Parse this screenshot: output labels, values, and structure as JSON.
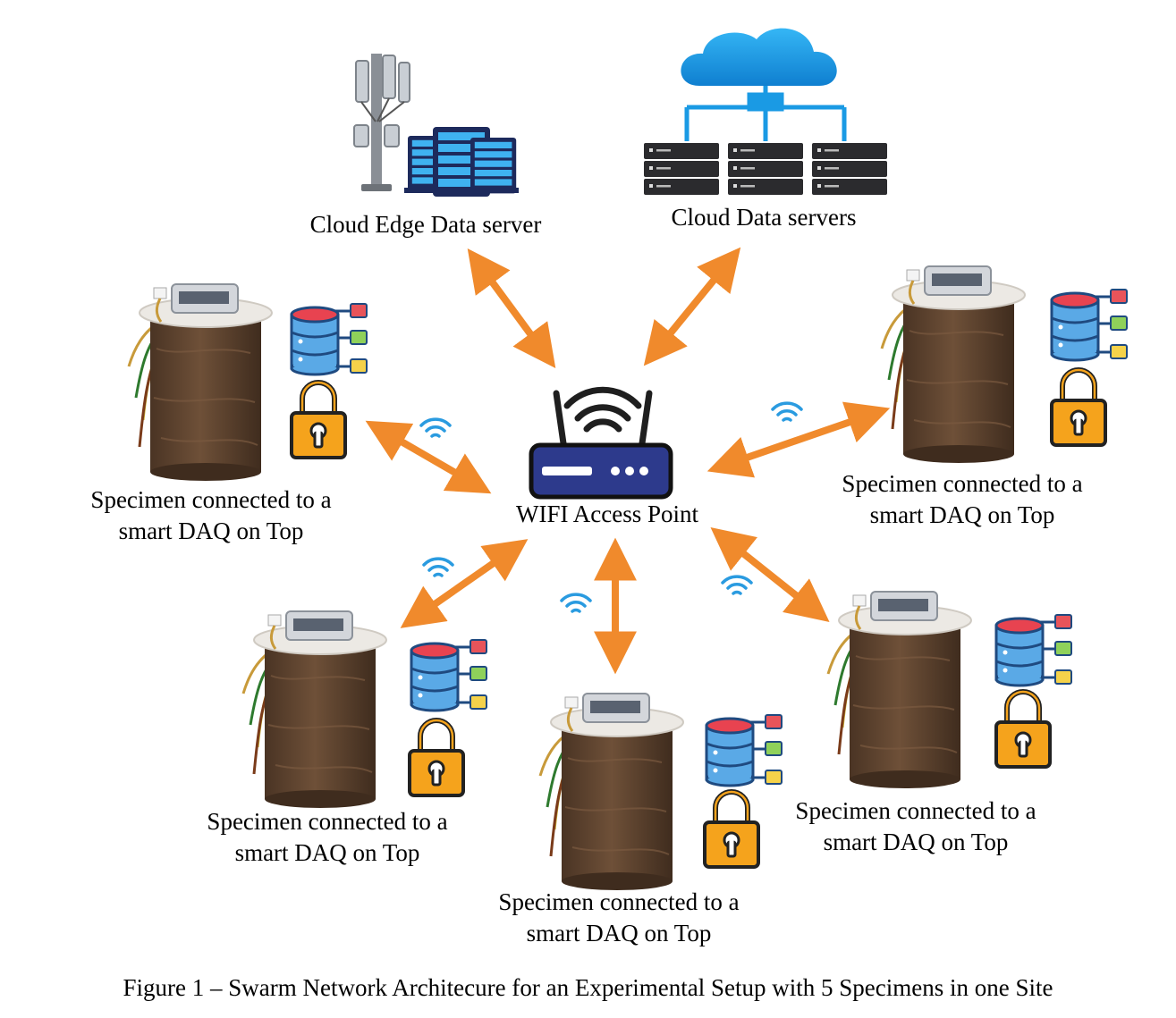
{
  "nodes": {
    "edge_server": {
      "label": "Cloud Edge Data server"
    },
    "cloud_servers": {
      "label": "Cloud Data servers"
    },
    "access_point": {
      "label": "WIFI Access Point"
    }
  },
  "specimens": [
    {
      "line1": "Specimen connected to a",
      "line2": "smart DAQ on Top"
    },
    {
      "line1": "Specimen connected to a",
      "line2": "smart DAQ on Top"
    },
    {
      "line1": "Specimen connected to a",
      "line2": "smart DAQ on Top"
    },
    {
      "line1": "Specimen connected to a",
      "line2": "smart DAQ on Top"
    },
    {
      "line1": "Specimen connected to a",
      "line2": "smart DAQ on Top"
    }
  ],
  "caption": "Figure 1 – Swarm Network Architecure for an Experimental Setup with 5 Specimens in one Site",
  "colors": {
    "arrow": "#f08a2c",
    "wifi": "#2a9be0",
    "soil": "#5e4330",
    "lock": "#f5a31c",
    "cloud": "#1a9ae4",
    "router": "#2d3a8c"
  }
}
